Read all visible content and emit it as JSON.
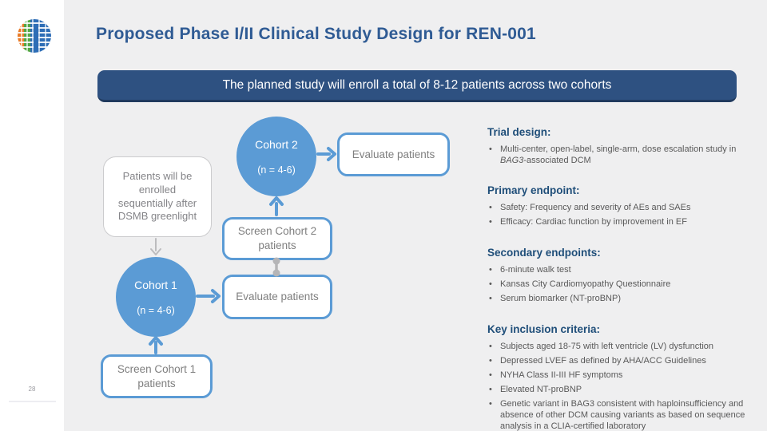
{
  "slide": {
    "title": "Proposed Phase I/II Clinical Study Design for REN-001",
    "banner": "The planned study will enroll a total of 8-12 patients across two cohorts",
    "page_number": "28"
  },
  "diagram": {
    "note": "Patients will be enrolled sequentially after DSMB greenlight",
    "cohort1_title": "Cohort 1",
    "cohort1_n": "(n = 4-6)",
    "cohort2_title": "Cohort 2",
    "cohort2_n": "(n = 4-6)",
    "screen1_label": "Screen Cohort 1 patients",
    "screen2_label": "Screen Cohort 2 patients",
    "evaluate_label": "Evaluate patients"
  },
  "sections": [
    {
      "title": "Trial design:",
      "bullets": [
        "Multi-center, open-label, single-arm, dose escalation study in *BAG3*-associated DCM"
      ]
    },
    {
      "title": "Primary endpoint:",
      "bullets": [
        "Safety: Frequency and severity of AEs and SAEs",
        "Efficacy: Cardiac function by improvement in EF"
      ]
    },
    {
      "title": "Secondary endpoints:",
      "bullets": [
        "6-minute walk test",
        "Kansas City Cardiomyopathy Questionnaire",
        "Serum biomarker (NT-proBNP)"
      ]
    },
    {
      "title": "Key inclusion criteria:",
      "bullets": [
        "Subjects aged 18-75 with left ventricle (LV) dysfunction",
        "Depressed LVEF as defined by AHA/ACC Guidelines",
        "NYHA Class II-III HF symptoms",
        "Elevated NT-proBNP",
        "Genetic variant in BAG3 consistent with haploinsufficiency and absence of other DCM causing variants as based on sequence analysis in a CLIA-certified laboratory"
      ]
    }
  ],
  "colors": {
    "accent_blue": "#5b9bd5",
    "banner_navy": "#2e5181",
    "title_blue": "#2f5b94",
    "heading_navy": "#1f4e79",
    "body_gray": "#595959",
    "node_text_gray": "#7f7f7f",
    "logo_orange": "#e87a26",
    "logo_green": "#53a646",
    "logo_blue": "#2d6db6"
  }
}
